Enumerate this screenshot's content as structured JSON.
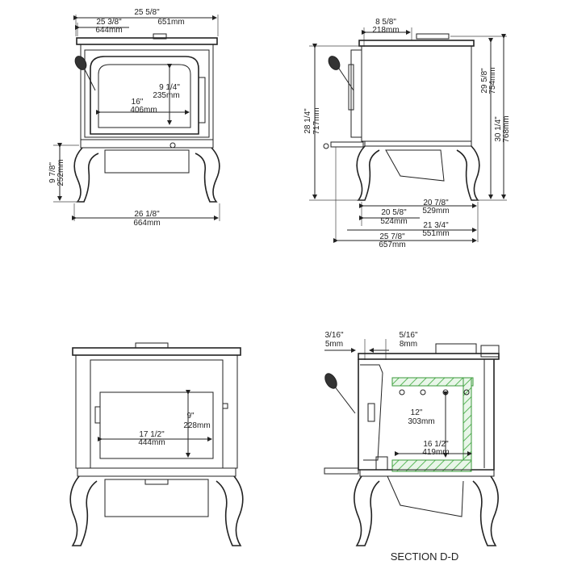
{
  "dimensions": {
    "front_overall_width": "25 5/8\"",
    "front_overall_width_mm": "651mm",
    "front_top_width": "25 3/8\"",
    "front_top_width_mm": "644mm",
    "front_glass_height": "9 1/4\"",
    "front_glass_height_mm": "235mm",
    "front_glass_width": "16\"",
    "front_glass_width_mm": "406mm",
    "front_leg_height": "9 7/8\"",
    "front_leg_height_mm": "252mm",
    "front_leg_width": "26 1/8\"",
    "front_leg_width_mm": "664mm",
    "side_flue_offset": "8 5/8\"",
    "side_flue_offset_mm": "218mm",
    "side_height_left": "28 1/4\"",
    "side_height_left_mm": "717mm",
    "side_flue_height": "29 5/8\"",
    "side_flue_height_mm": "754mm",
    "side_overall_height": "30 1/4\"",
    "side_overall_height_mm": "768mm",
    "side_depth_a": "20 7/8\"",
    "side_depth_a_mm": "529mm",
    "side_depth_b": "20 5/8\"",
    "side_depth_b_mm": "524mm",
    "side_depth_c": "21 3/4\"",
    "side_depth_c_mm": "551mm",
    "side_depth_d": "25 7/8\"",
    "side_depth_d_mm": "657mm",
    "rear_height": "9\"",
    "rear_height_mm": "228mm",
    "rear_width": "17 1/2\"",
    "rear_width_mm": "444mm",
    "sec_gap_left": "3/16\"",
    "sec_gap_left_mm": "5mm",
    "sec_gap_right": "5/16\"",
    "sec_gap_right_mm": "8mm",
    "sec_firebox_height": "12\"",
    "sec_firebox_height_mm": "303mm",
    "sec_firebox_depth": "16 1/2\"",
    "sec_firebox_depth_mm": "419mm"
  },
  "section_caption": "SECTION D-D"
}
